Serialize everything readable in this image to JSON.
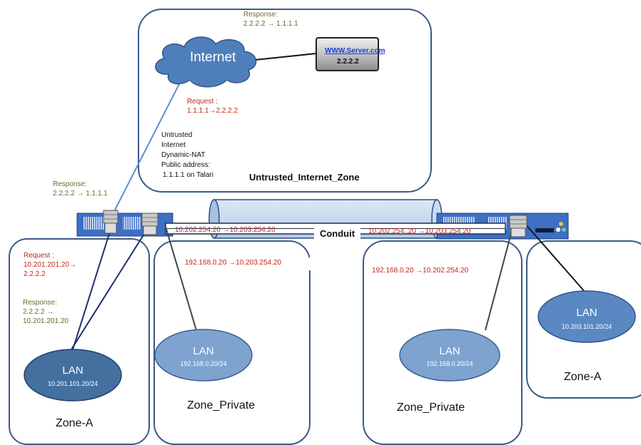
{
  "internet_zone": {
    "name": "Untrusted_Internet_Zone",
    "cloud_label": "Internet",
    "server_url": "WWW.Server.com",
    "server_ip": "2.2.2.2",
    "response_title": "Response:",
    "response_flow": "2.2.2.2 → 1.1.1.1",
    "request_title": "Request :",
    "request_flow": "1.1.1.1→2.2.2.2",
    "nat_lines": [
      "Untrusted",
      "Internet",
      "Dynamic-NAT",
      "Public address:",
      "1.1.1.1 on Talari"
    ]
  },
  "outer_response": {
    "title": "Response:",
    "flow": "2.2.2.2 → 1.1.1.1"
  },
  "conduit": {
    "label": "Conduit",
    "left_flow": "10.202.254.20 →10.203.254.20",
    "right_flow": "10.202.254..20 →10.203.254.20"
  },
  "zones": {
    "zone_a_left": {
      "name": "Zone-A",
      "request_title": "Request :",
      "request_flow_1": "10.201.201.20→",
      "request_flow_2": "2.2.2.2",
      "response_title": "Response:",
      "response_flow_1": "2.2.2.2 →",
      "response_flow_2": "10.201.201.20",
      "lan_label": "LAN",
      "lan_subnet": "10.201.101.20/24"
    },
    "zone_private_left": {
      "name": "Zone_Private",
      "flow": "192.168.0.20 →10.203.254.20",
      "lan_label": "LAN",
      "lan_subnet": "192.168.0.20/24"
    },
    "zone_private_right": {
      "name": "Zone_Private",
      "flow": "192.168.0.20 →10.202.254.20",
      "lan_label": "LAN",
      "lan_subnet": "192.168.0.20/24"
    },
    "zone_a_right": {
      "name": "Zone-A",
      "lan_label": "LAN",
      "lan_subnet": "10.203.101.20/24"
    }
  },
  "colors": {
    "zone_border": "#3b5a86",
    "lan_dark": "#44709f",
    "lan_light": "#7ea3cf",
    "appliance": "#3d6fc4",
    "conduit_tube": "#c6d9f1",
    "cloud": "#4f7fbb",
    "request_text": "#c0271f",
    "response_text": "#6b6b2a"
  },
  "icons": [
    "cloud-icon",
    "server-icon",
    "router-icon",
    "appliance-icon"
  ]
}
